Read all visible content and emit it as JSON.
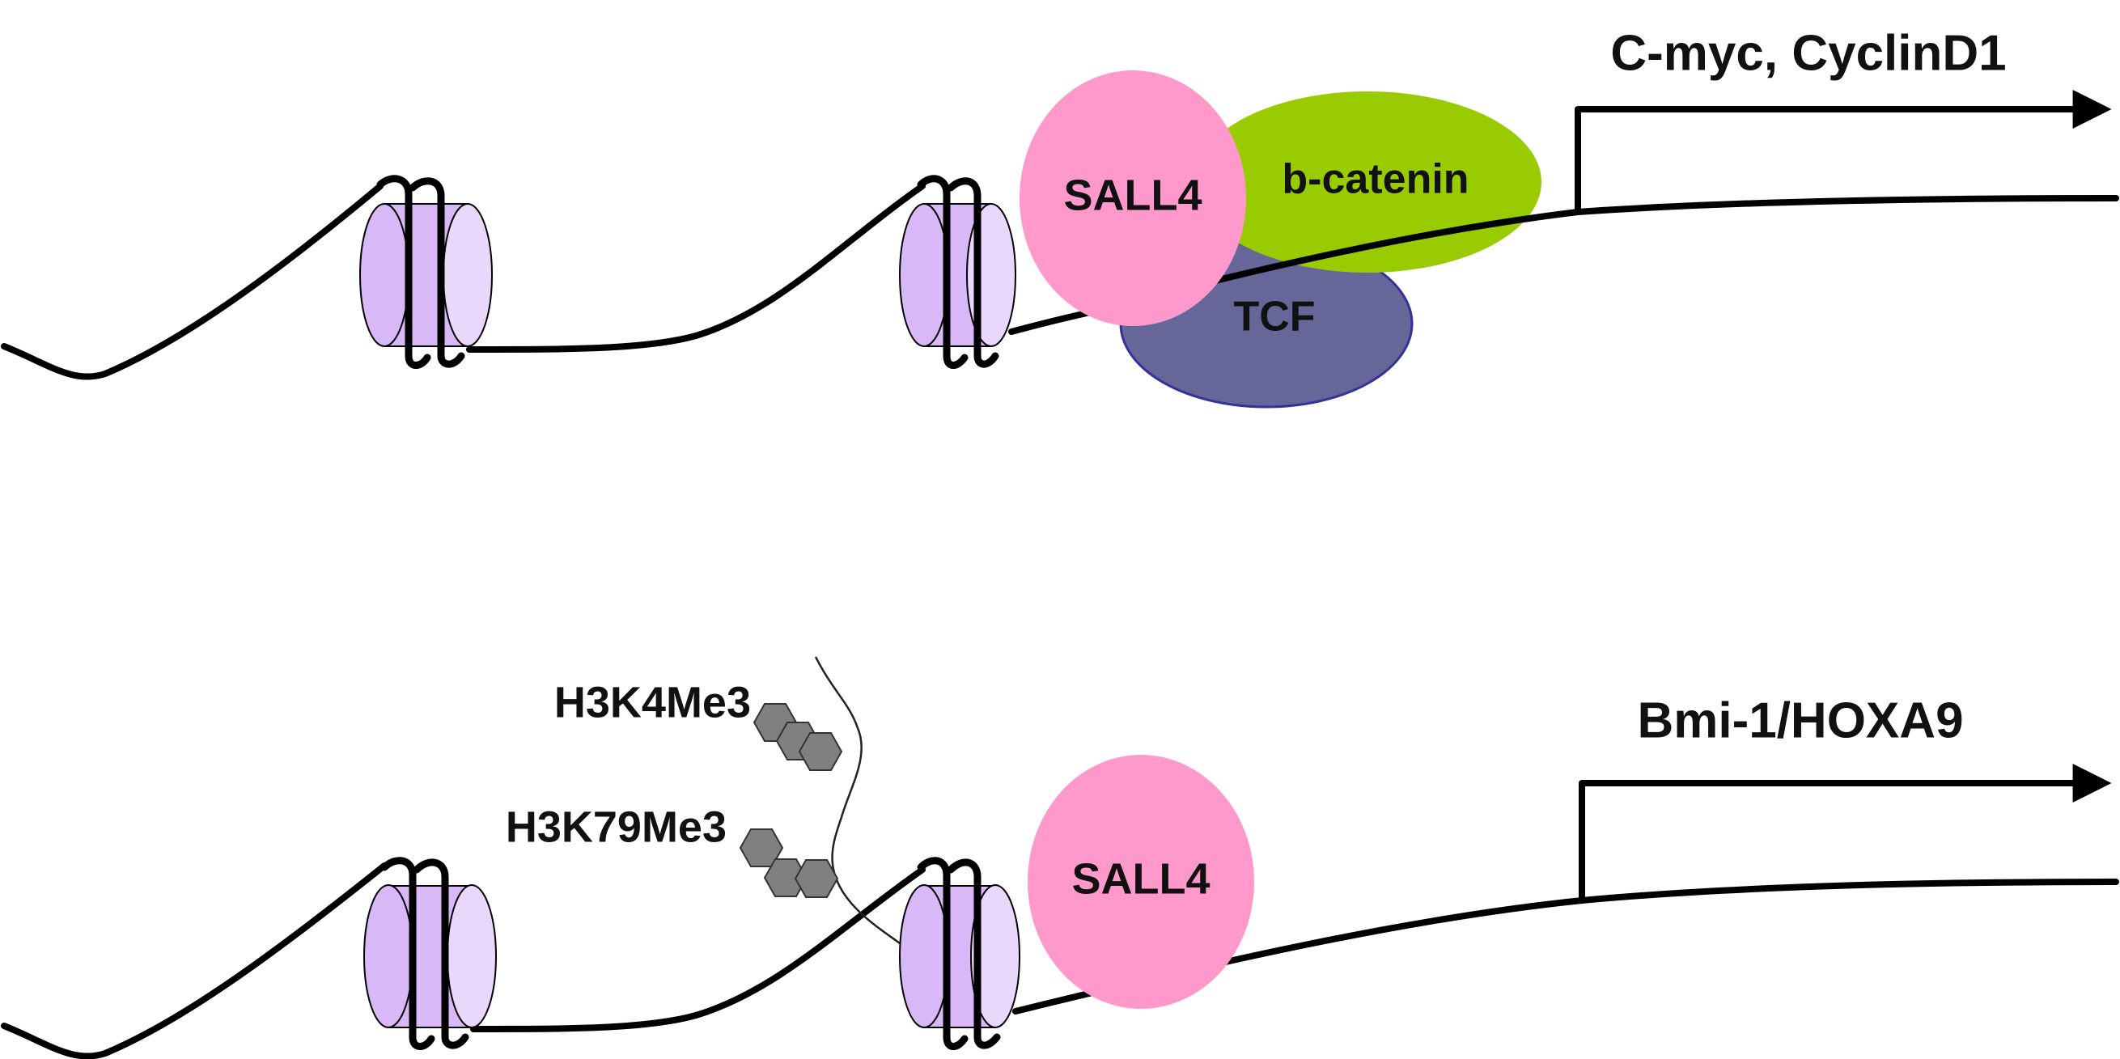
{
  "colors": {
    "background": "#ffffff",
    "dna": "#000000",
    "nucleosome_body": "#d8b8f6",
    "nucleosome_face": "#e9d8fb",
    "sall4": "#ff99cc",
    "b_catenin": "#99cc00",
    "tcf": "#666699",
    "tcf_border": "#333399",
    "histone_mark": "#808080"
  },
  "panels": [
    {
      "proteins": {
        "sall4": "SALL4",
        "b_catenin": "b-catenin",
        "tcf": "TCF"
      },
      "target_genes": "C-myc, CyclinD1"
    },
    {
      "proteins": {
        "sall4": "SALL4"
      },
      "histone_marks": [
        "H3K4Me3",
        "H3K79Me3"
      ],
      "target_genes": "Bmi-1/HOXA9"
    }
  ],
  "icons": {
    "nucleosome": "nucleosome-cylinder",
    "histone_mark": "hexagon-cluster",
    "transcription_start": "bent-arrow"
  }
}
